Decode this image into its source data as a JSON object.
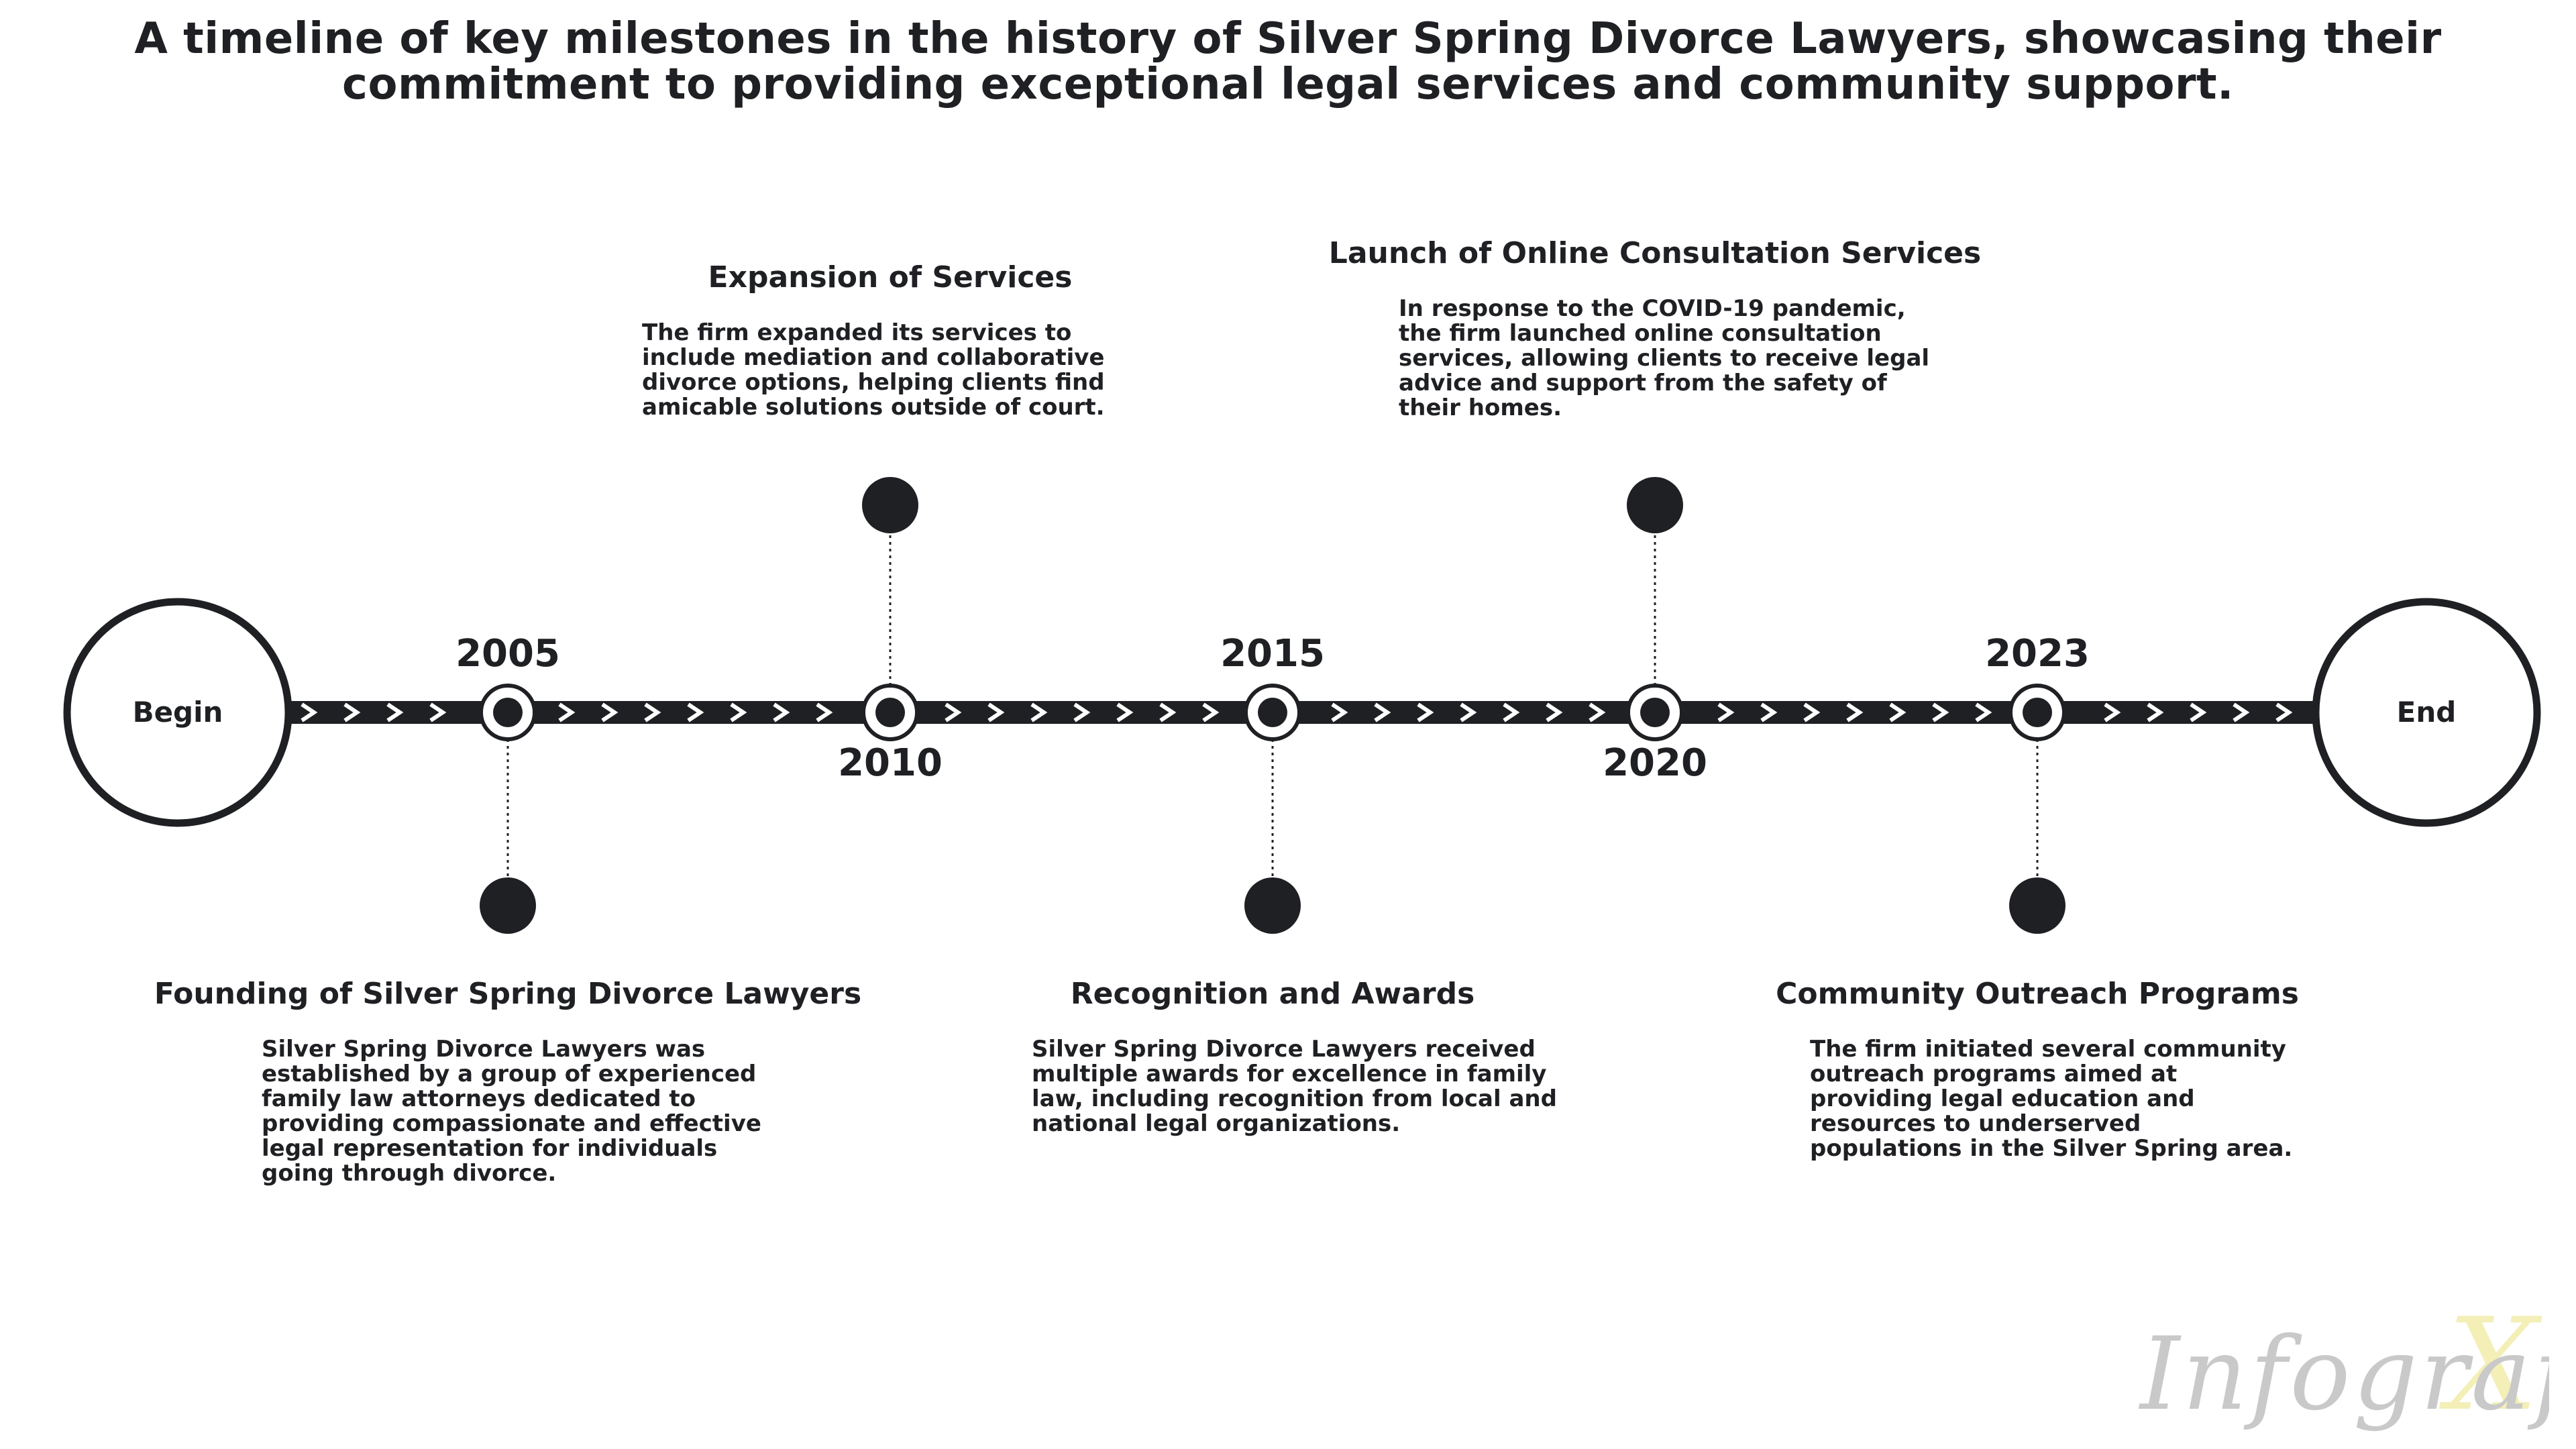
{
  "title": "A timeline of key milestones in the history of Silver Spring Divorce Lawyers, showcasing their commitment to providing exceptional legal services and community support.",
  "begin_label": "Begin",
  "end_label": "End",
  "colors": {
    "ink": "#1f2023",
    "background": "#ffffff",
    "watermark": "#c9c9c9",
    "watermark_accent": "#f2eeb0"
  },
  "events": [
    {
      "year": "2005",
      "title": "Founding of Silver Spring Divorce Lawyers",
      "description": "Silver Spring Divorce Lawyers was established by a group of experienced family law attorneys dedicated to providing compassionate and effective legal representation for individuals going through divorce."
    },
    {
      "year": "2010",
      "title": "Expansion of Services",
      "description": "The firm expanded its services to include mediation and collaborative divorce options, helping clients find amicable solutions outside of court."
    },
    {
      "year": "2015",
      "title": "Recognition and Awards",
      "description": "Silver Spring Divorce Lawyers received multiple awards for excellence in family law, including recognition from local and national legal organizations."
    },
    {
      "year": "2020",
      "title": "Launch of Online Consultation Services",
      "description": "In response to the COVID-19 pandemic, the firm launched online consultation services, allowing clients to receive legal advice and support from the safety of their homes."
    },
    {
      "year": "2023",
      "title": "Community Outreach Programs",
      "description": "The firm initiated several community outreach programs aimed at providing legal education and resources to underserved populations in the Silver Spring area."
    }
  ],
  "watermark": "Infografix"
}
